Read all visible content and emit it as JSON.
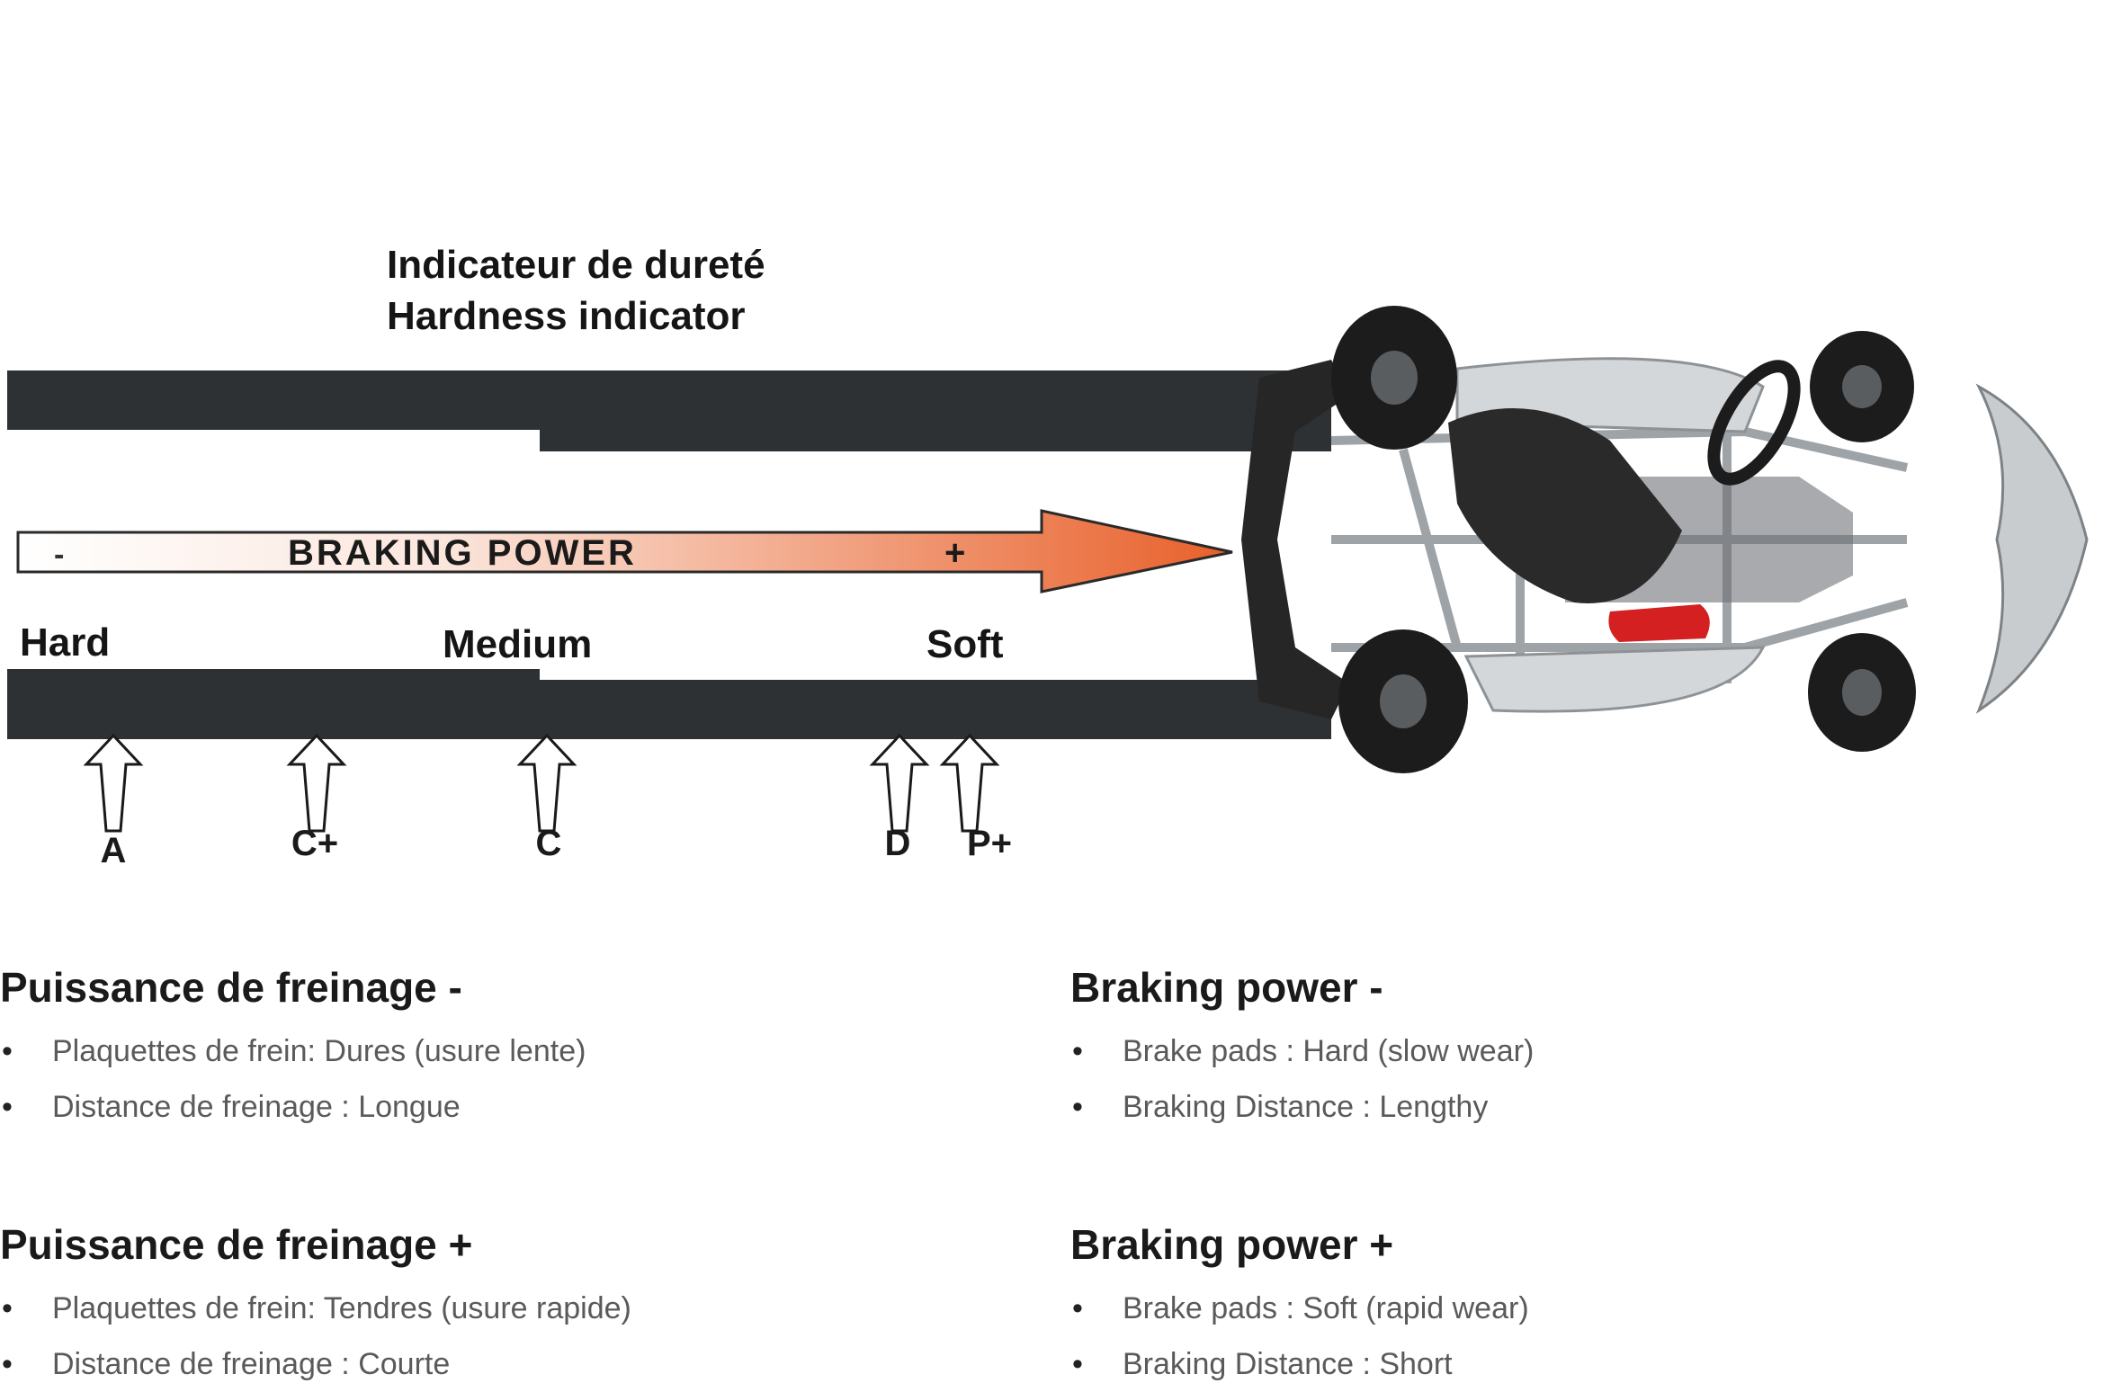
{
  "title": {
    "line1": "Indicateur de dureté",
    "line2": "Hardness indicator"
  },
  "arrow": {
    "minus": "-",
    "label": "BRAKING POWER",
    "plus": "+",
    "gradient_start": "#ffffff",
    "gradient_end": "#e8602a"
  },
  "scale": {
    "hard": "Hard",
    "medium": "Medium",
    "soft": "Soft"
  },
  "compounds": [
    "A",
    "C+",
    "C",
    "D",
    "P+"
  ],
  "blocks": {
    "fr_minus": {
      "heading": "Puissance de freinage -",
      "items": [
        "Plaquettes de frein: Dures (usure lente)",
        "Distance de freinage : Longue"
      ]
    },
    "en_minus": {
      "heading": "Braking power -",
      "items": [
        "Brake pads : Hard (slow wear)",
        "Braking Distance : Lengthy"
      ]
    },
    "fr_plus": {
      "heading": "Puissance de freinage +",
      "items": [
        "Plaquettes de frein: Tendres (usure rapide)",
        "Distance de freinage : Courte"
      ]
    },
    "en_plus": {
      "heading": "Braking power +",
      "items": [
        "Brake pads : Soft (rapid wear)",
        "Braking Distance : Short"
      ]
    }
  },
  "colors": {
    "bar": "#2e3133",
    "kart_body": "#bfc3c6",
    "tire": "#1c1c1c",
    "seat": "#2a2a2a",
    "tank": "#d42020"
  }
}
